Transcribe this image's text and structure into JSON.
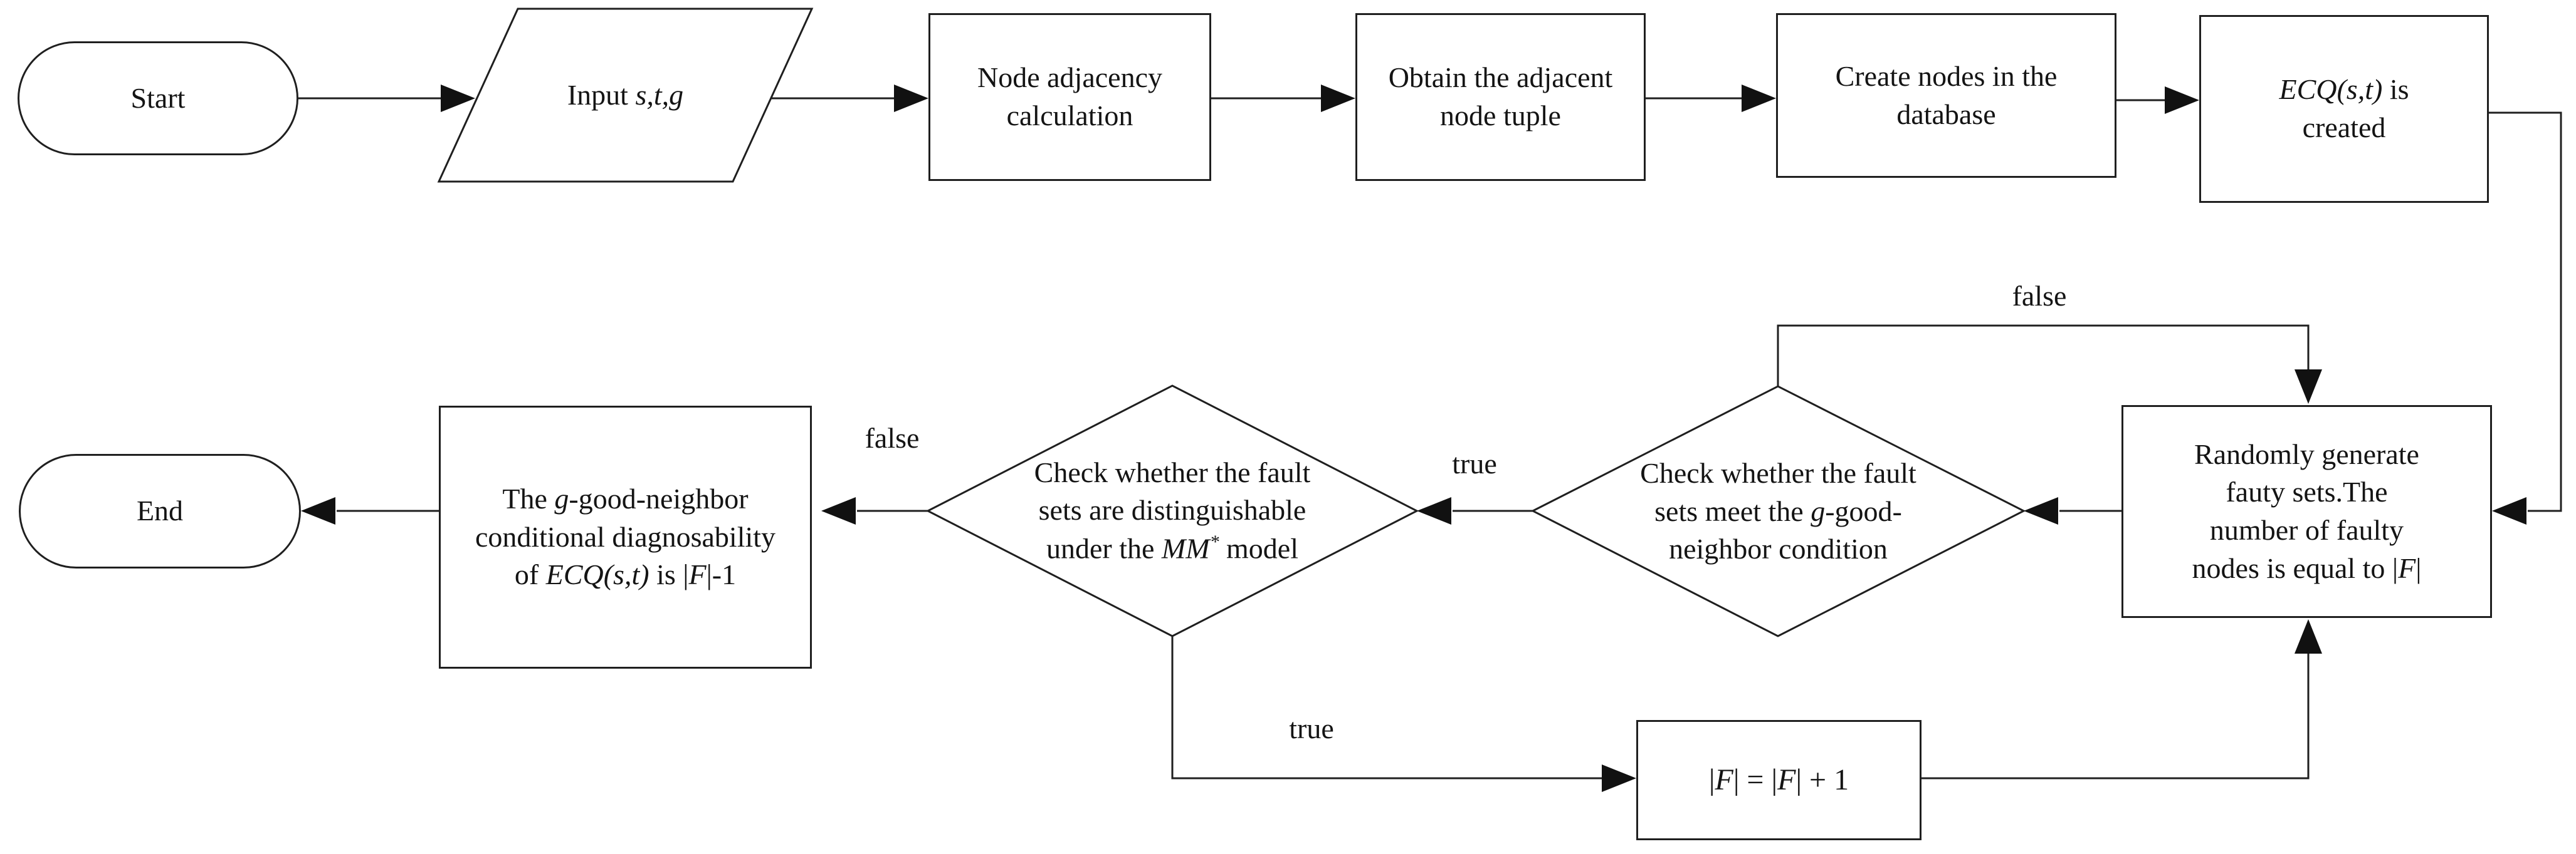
{
  "diagram_type": "flowchart",
  "colors": {
    "background": "#ffffff",
    "node_fill": "#ffffff",
    "stroke": "#1f1f1f",
    "text": "#141414"
  },
  "nodes": {
    "start": {
      "shape": "stadium",
      "label": "Start"
    },
    "input": {
      "shape": "parallelogram",
      "p1": "Input ",
      "p2": "s,t,g"
    },
    "adjacency": {
      "shape": "rect",
      "label": "Node adjacency calculation"
    },
    "obtain": {
      "shape": "rect",
      "label": "Obtain the adjacent node tuple"
    },
    "create": {
      "shape": "rect",
      "label": "Create nodes in the database"
    },
    "ecq": {
      "shape": "rect",
      "p1": "ECQ(s,t)",
      "p2": " is created"
    },
    "random": {
      "shape": "rect",
      "p1": "Randomly generate fauty sets.The number of faulty nodes is equal to |",
      "p2": "F",
      "p3": "|"
    },
    "meet": {
      "shape": "diamond",
      "p1": "Check whether the fault sets meet the ",
      "p2": "g",
      "p3": "-good-neighbor condition"
    },
    "distinguish": {
      "shape": "diamond",
      "p1": "Check whether the fault sets are distinguishable under the ",
      "p2": "MM",
      "p3": "*",
      "p4": " model"
    },
    "result": {
      "shape": "rect",
      "p1": "The ",
      "p2": "g",
      "p3": "-good-neighbor conditional diagnosability of ",
      "p4": "ECQ(s,t)",
      "p5": " is |",
      "p6": "F",
      "p7": "|-1"
    },
    "increment": {
      "shape": "rect",
      "p1": "|",
      "p2": "F",
      "p3": "| = |",
      "p4": "F",
      "p5": "| + 1"
    },
    "end": {
      "shape": "stadium",
      "label": "End"
    }
  },
  "edge_labels": {
    "false_top": "false",
    "true_middle": "true",
    "false_middle": "false",
    "true_bottom": "true"
  }
}
